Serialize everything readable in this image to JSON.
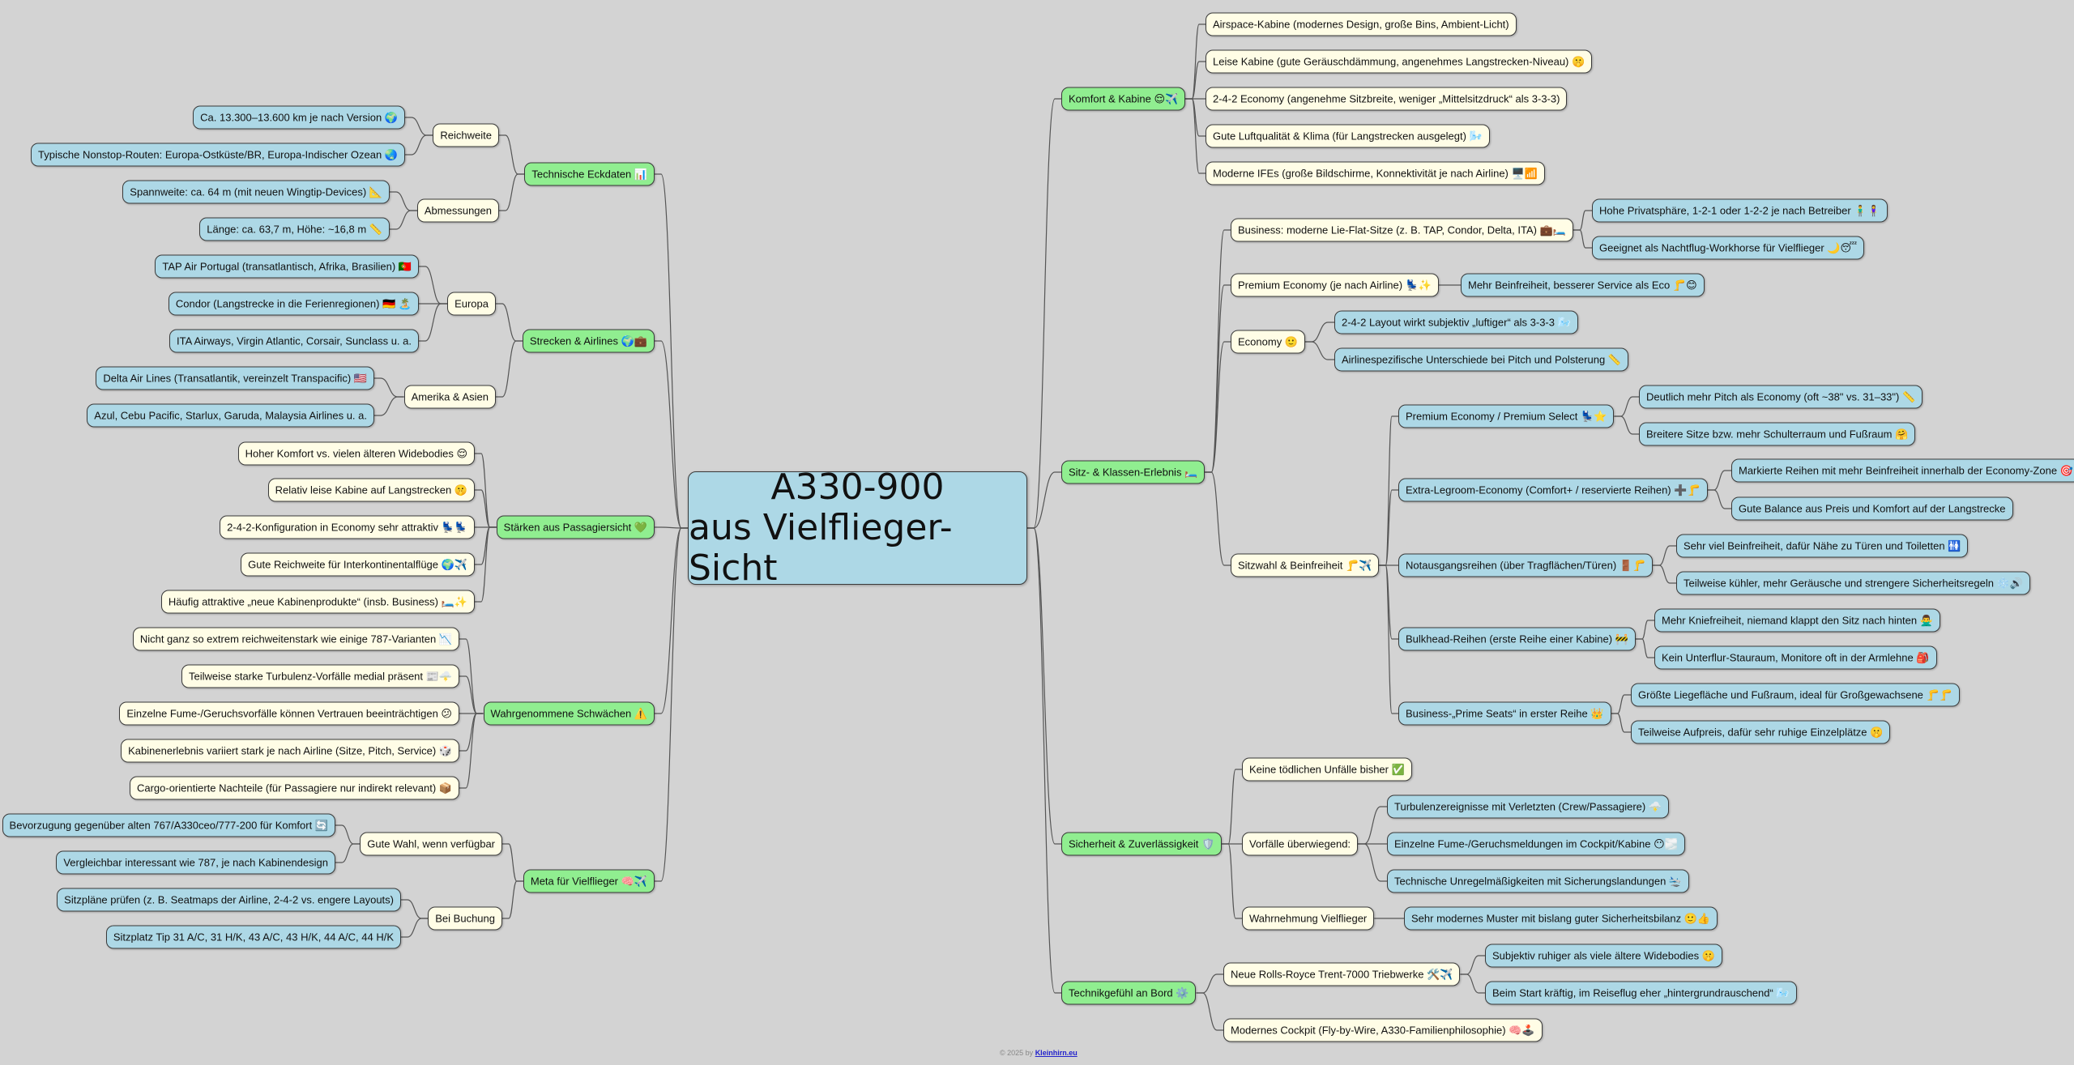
{
  "root": {
    "line1": "A330-900",
    "line2": "aus Vielflieger-Sicht"
  },
  "left": [
    {
      "label": "Technische Eckdaten 📊",
      "children": [
        {
          "label": "Reichweite",
          "children": [
            {
              "label": "Ca. 13.300–13.600 km je nach Version 🌍"
            },
            {
              "label": "Typische Nonstop-Routen: Europa-Ostküste/BR, Europa-Indischer Ozean 🌏"
            }
          ]
        },
        {
          "label": "Abmessungen",
          "children": [
            {
              "label": "Spannweite: ca. 64 m (mit neuen Wingtip-Devices) 📐"
            },
            {
              "label": "Länge: ca. 63,7 m, Höhe: ~16,8 m 📏"
            }
          ]
        }
      ]
    },
    {
      "label": "Strecken & Airlines 🌍💼",
      "children": [
        {
          "label": "Europa",
          "children": [
            {
              "label": "TAP Air Portugal (transatlantisch, Afrika, Brasilien) 🇵🇹"
            },
            {
              "label": "Condor (Langstrecke in die Ferienregionen) 🇩🇪 🏝️"
            },
            {
              "label": "ITA Airways, Virgin Atlantic, Corsair, Sunclass u. a."
            }
          ]
        },
        {
          "label": "Amerika & Asien",
          "children": [
            {
              "label": "Delta Air Lines (Transatlantik, vereinzelt Transpacific) 🇺🇸"
            },
            {
              "label": "Azul, Cebu Pacific, Starlux, Garuda, Malaysia Airlines u. a."
            }
          ]
        }
      ]
    },
    {
      "label": "Stärken aus Passagiersicht 💚",
      "children": [
        {
          "label": "Hoher Komfort vs. vielen älteren Widebodies 😌"
        },
        {
          "label": "Relativ leise Kabine auf Langstrecken 🤫"
        },
        {
          "label": "2-4-2-Konfiguration in Economy sehr attraktiv 💺💺"
        },
        {
          "label": "Gute Reichweite für Interkontinentalflüge 🌍✈️"
        },
        {
          "label": "Häufig attraktive „neue Kabinenprodukte“ (insb. Business) 🛏️✨"
        }
      ]
    },
    {
      "label": "Wahrgenommene Schwächen ⚠️",
      "children": [
        {
          "label": "Nicht ganz so extrem reichweitenstark wie einige 787-Varianten 📉"
        },
        {
          "label": "Teilweise starke Turbulenz-Vorfälle medial präsent 📰🌩️"
        },
        {
          "label": "Einzelne Fume-/Geruchsvorfälle können Vertrauen beeinträchtigen 😕"
        },
        {
          "label": "Kabinenerlebnis variiert stark je nach Airline (Sitze, Pitch, Service) 🎲"
        },
        {
          "label": "Cargo-orientierte Nachteile (für Passagiere nur indirekt relevant) 📦"
        }
      ]
    },
    {
      "label": "Meta für Vielflieger 🧠✈️",
      "children": [
        {
          "label": "Gute Wahl, wenn verfügbar",
          "children": [
            {
              "label": "Bevorzugung gegenüber alten 767/A330ceo/777-200 für Komfort 🔄"
            },
            {
              "label": "Vergleichbar interessant wie 787, je nach Kabinendesign"
            }
          ]
        },
        {
          "label": "Bei Buchung",
          "children": [
            {
              "label": "Sitzpläne prüfen (z. B. Seatmaps der Airline, 2-4-2 vs. engere Layouts)"
            },
            {
              "label": "Sitzplatz Tip 31 A/C, 31 H/K, 43 A/C, 43 H/K, 44 A/C, 44 H/K"
            }
          ]
        }
      ]
    }
  ],
  "right": [
    {
      "label": "Komfort & Kabine 😌✈️",
      "children": [
        {
          "label": "Airspace-Kabine (modernes Design, große Bins, Ambient-Licht)"
        },
        {
          "label": "Leise Kabine (gute Geräuschdämmung, angenehmes Langstrecken-Niveau) 🤫"
        },
        {
          "label": "2-4-2 Economy (angenehme Sitzbreite, weniger „Mittelsitzdruck“ als 3-3-3)"
        },
        {
          "label": "Gute Luftqualität & Klima (für Langstrecken ausgelegt) 🌬️"
        },
        {
          "label": "Moderne IFEs (große Bildschirme, Konnektivität je nach Airline) 🖥️📶"
        }
      ]
    },
    {
      "label": "Sitz- & Klassen-Erlebnis 🛏️",
      "children": [
        {
          "label": "Business: moderne Lie-Flat-Sitze (z. B. TAP, Condor, Delta, ITA) 💼🛏️",
          "children": [
            {
              "label": "Hohe Privatsphäre, 1-2-1 oder 1-2-2 je nach Betreiber 🧍‍♂️🧍‍♀️"
            },
            {
              "label": "Geeignet als Nachtflug-Workhorse für Vielflieger 🌙😴"
            }
          ]
        },
        {
          "label": "Premium Economy (je nach Airline) 💺✨",
          "children": [
            {
              "label": "Mehr Beinfreiheit, besserer Service als Eco 🦵😊"
            }
          ]
        },
        {
          "label": "Economy 🙂",
          "children": [
            {
              "label": "2-4-2 Layout wirkt subjektiv „luftiger“ als 3-3-3 🌬️"
            },
            {
              "label": "Airlinespezifische Unterschiede bei Pitch und Polsterung 📏"
            }
          ]
        },
        {
          "label": "Sitzwahl & Beinfreiheit 🦵✈️",
          "children": [
            {
              "label": "Premium Economy / Premium Select 💺⭐",
              "children": [
                {
                  "label": "Deutlich mehr Pitch als Economy (oft ~38\" vs. 31–33\") 📏"
                },
                {
                  "label": "Breitere Sitze bzw. mehr Schulterraum und Fußraum 🤗"
                }
              ]
            },
            {
              "label": "Extra-Legroom-Economy (Comfort+ / reservierte Reihen) ➕🦵",
              "children": [
                {
                  "label": "Markierte Reihen mit mehr Beinfreiheit innerhalb der Economy-Zone 🎯"
                },
                {
                  "label": "Gute Balance aus Preis und Komfort auf der Langstrecke"
                }
              ]
            },
            {
              "label": "Notausgangsreihen (über Tragflächen/Türen) 🚪🦵",
              "children": [
                {
                  "label": "Sehr viel Beinfreiheit, dafür Nähe zu Türen und Toiletten 🚻"
                },
                {
                  "label": "Teilweise kühler, mehr Geräusche und strengere Sicherheitsregeln ❄️🔊"
                }
              ]
            },
            {
              "label": "Bulkhead-Reihen (erste Reihe einer Kabine) 🚧",
              "children": [
                {
                  "label": "Mehr Kniefreiheit, niemand klappt den Sitz nach hinten 🙅‍♂️"
                },
                {
                  "label": "Kein Unterflur-Stauraum, Monitore oft in der Armlehne 🎒"
                }
              ]
            },
            {
              "label": "Business-„Prime Seats“ in erster Reihe 👑",
              "children": [
                {
                  "label": "Größte Liegefläche und Fußraum, ideal für Großgewachsene 🦵🦵"
                },
                {
                  "label": "Teilweise Aufpreis, dafür sehr ruhige Einzelplätze 🤫"
                }
              ]
            }
          ]
        }
      ]
    },
    {
      "label": "Sicherheit & Zuverlässigkeit 🛡️",
      "children": [
        {
          "label": "Keine tödlichen Unfälle bisher ✅"
        },
        {
          "label": "Vorfälle überwiegend:",
          "children": [
            {
              "label": "Turbulenzereignisse mit Verletzten (Crew/Passagiere) 🌩️"
            },
            {
              "label": "Einzelne Fume-/Geruchsmeldungen im Cockpit/Kabine 😶🌫️"
            },
            {
              "label": "Technische Unregelmäßigkeiten mit Sicherungslandungen 🛬"
            }
          ]
        },
        {
          "label": "Wahrnehmung Vielflieger",
          "children": [
            {
              "label": "Sehr modernes Muster mit bislang guter Sicherheitsbilanz 🙂👍"
            }
          ]
        }
      ]
    },
    {
      "label": "Technikgefühl an Bord ⚙️",
      "children": [
        {
          "label": "Neue Rolls-Royce Trent-7000 Triebwerke 🛠️✈️",
          "children": [
            {
              "label": "Subjektiv ruhiger als viele ältere Widebodies 🤫"
            },
            {
              "label": "Beim Start kräftig, im Reiseflug eher „hintergrundrauschend“ 🌬️"
            }
          ]
        },
        {
          "label": "Modernes Cockpit (Fly-by-Wire, A330-Familienphilosophie) 🧠🕹️"
        }
      ]
    }
  ],
  "footer": {
    "copyright": "© 2025 by",
    "link": "Kleinhirn.eu"
  },
  "colors": {
    "background": "#d3d3d3",
    "branch": "#90ee90",
    "leaf": "#add8e6",
    "sub": "#fffde6"
  }
}
